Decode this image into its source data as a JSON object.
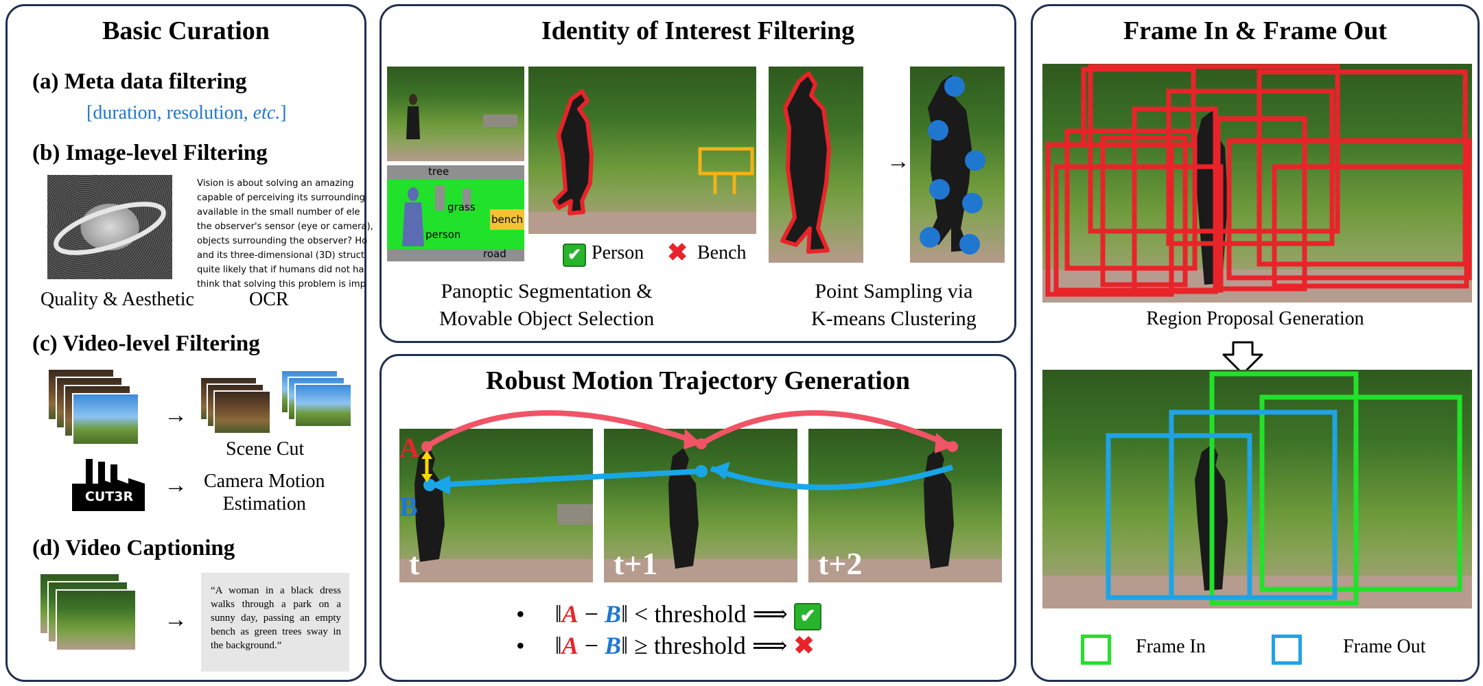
{
  "panels": {
    "basic_curation": {
      "title": "Basic Curation",
      "meta": {
        "heading": "(a) Meta data filtering",
        "tags_pre": "[duration, resolution, ",
        "tags_etc": "etc.",
        "tags_post": "]"
      },
      "image_level": {
        "heading": "(b) Image-level Filtering",
        "quality_caption": "Quality & Aesthetic",
        "ocr_caption": "OCR",
        "ocr_lines": [
          "Vision is about solving an amazing",
          "capable of perceiving its surrounding",
          "available in the small number of ele",
          "the observer's sensor (eye or camera),",
          "objects surrounding the observer? Ho",
          "and its three-dimensional (3D) struct",
          "quite likely that if humans did not ha",
          "think that solving this problem is imp"
        ]
      },
      "video_level": {
        "heading": "(c) Video-level Filtering",
        "scene_cut": "Scene Cut",
        "cut3r_logo": "CUT3R",
        "camera_motion": "Camera Motion\nEstimation"
      },
      "captioning": {
        "heading": "(d) Video Captioning",
        "caption": "“A woman in a black dress walks through a park on a sunny day, passing an empty bench as green trees sway in the background.”"
      }
    },
    "identity": {
      "title": "Identity of Interest Filtering",
      "seg_labels": [
        "tree",
        "grass",
        "person",
        "bench",
        "road"
      ],
      "legend": {
        "person": "Person",
        "bench": "Bench"
      },
      "caption_left": "Panoptic Segmentation &\nMovable Object Selection",
      "caption_right": "Point Sampling via\nK-means Clustering"
    },
    "trajectory": {
      "title": "Robust Motion Trajectory Generation",
      "point_a": "A",
      "point_b": "B",
      "frames": [
        "t",
        "t+1",
        "t+2"
      ],
      "rule1": "< threshold ⟹",
      "rule2": "≥ threshold ⟹",
      "bullet": "•"
    },
    "frame_in_out": {
      "title": "Frame In & Frame Out",
      "caption": "Region Proposal Generation",
      "legend": {
        "frame_in": "Frame In",
        "frame_out": "Frame Out"
      }
    }
  },
  "colors": {
    "panel_border": "#1f2f4f",
    "blue_text": "#1f77d0",
    "red": "#e8242a",
    "green_box": "#22e12a",
    "blue_box": "#1fa3e6",
    "trajectory_red": "#f05466",
    "trajectory_blue": "#19a6e6",
    "yellow": "#ffd700"
  },
  "icons": [
    "check-icon",
    "cross-icon",
    "down-arrow-icon",
    "right-arrow-icon",
    "factory-icon"
  ]
}
